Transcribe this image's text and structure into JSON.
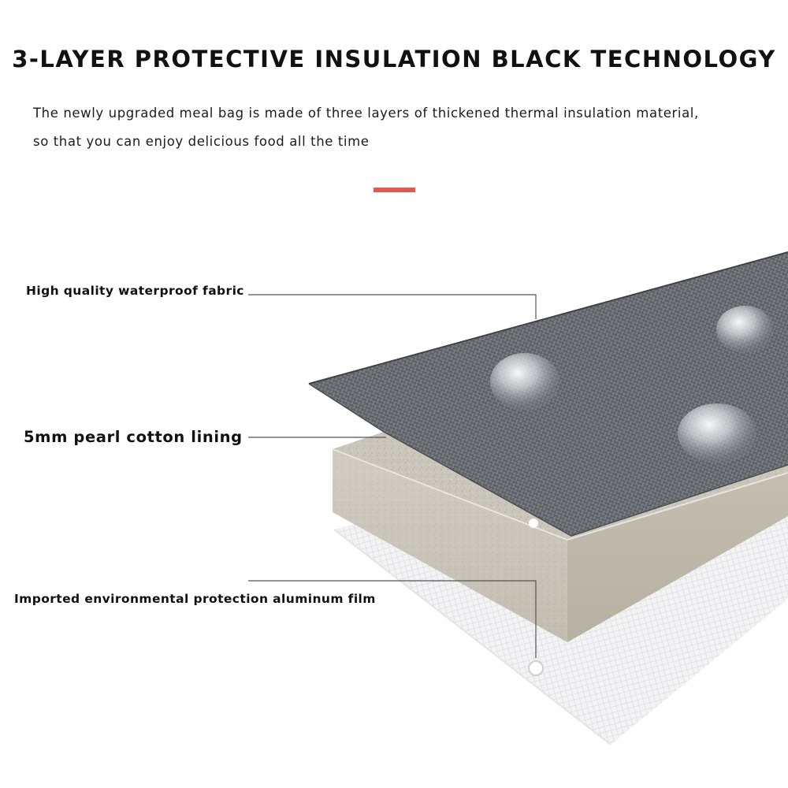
{
  "header": {
    "title": "3-LAYER PROTECTIVE INSULATION BLACK TECHNOLOGY",
    "subtitle_line1": "The newly upgraded meal bag is made of three layers of thickened thermal insulation material,",
    "subtitle_line2": "so that you can enjoy delicious food all the time"
  },
  "colors": {
    "accent": "#e05a4f",
    "fabric": "#5e6266",
    "foam": "#c9c4b9",
    "film": "#eeeeef",
    "text": "#111111"
  },
  "layers": [
    {
      "label": "High quality waterproof fabric",
      "icon": "fabric-layer"
    },
    {
      "label": "5mm pearl cotton lining",
      "icon": "foam-layer"
    },
    {
      "label": "Imported environmental protection aluminum film",
      "icon": "film-layer"
    }
  ]
}
